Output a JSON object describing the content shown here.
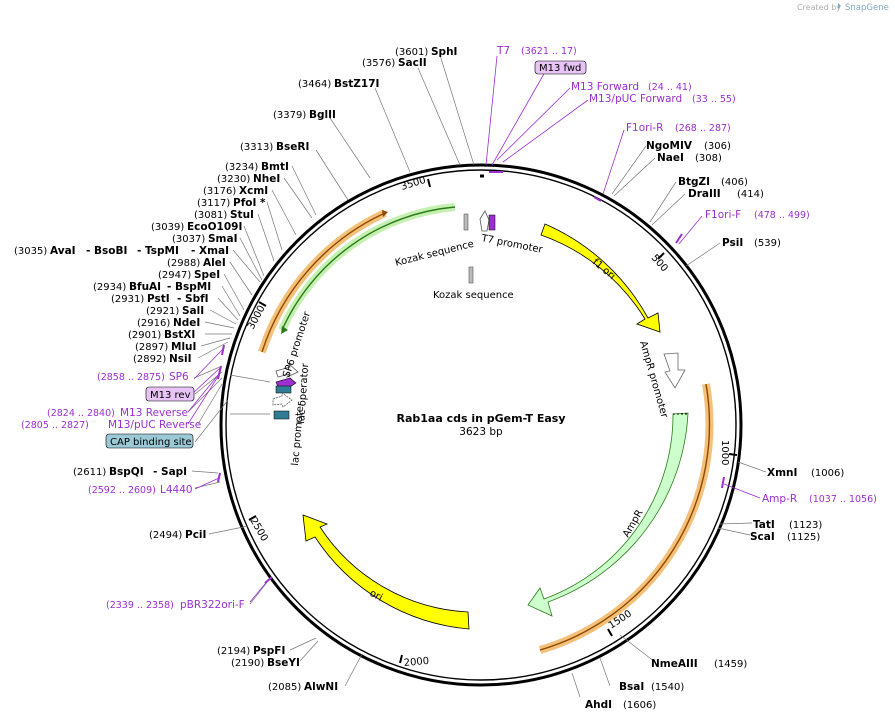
{
  "brand": {
    "created_by": "Created by",
    "name": "SnapGene"
  },
  "plasmid": {
    "name": "Rab1aa cds in pGem-T Easy",
    "length": "3623 bp"
  },
  "ticks": [
    "500",
    "1000",
    "1500",
    "2000",
    "2500",
    "3000",
    "3500"
  ],
  "features": {
    "f1_ori": "f1 ori",
    "ampr_promoter": "AmpR promoter",
    "ampr": "AmpR",
    "ori": "ori",
    "sp6_promoter": "SP6 promoter",
    "lac_promoter": "lac promoter",
    "lac_operator": "lac operator",
    "t7_promoter": "T7 promoter",
    "kozak1": "Kozak sequence",
    "kozak2": "Kozak sequence"
  },
  "enzymes": {
    "SphI": {
      "name": "SphI",
      "pos": "(3601)"
    },
    "SacII": {
      "name": "SacII",
      "pos": "(3576)"
    },
    "BstZ17I": {
      "name": "BstZ17I",
      "pos": "(3464)"
    },
    "BglII": {
      "name": "BglII",
      "pos": "(3379)"
    },
    "BseRI": {
      "name": "BseRI",
      "pos": "(3313)"
    },
    "BmtI": {
      "name": "BmtI",
      "pos": "(3234)"
    },
    "NheI": {
      "name": "NheI",
      "pos": "(3230)"
    },
    "XcmI": {
      "name": "XcmI",
      "pos": "(3176)"
    },
    "PfoI": {
      "name": "PfoI *",
      "pos": "(3117)"
    },
    "StuI": {
      "name": "StuI",
      "pos": "(3081)"
    },
    "EcoO109I": {
      "name": "EcoO109I",
      "pos": "(3039)"
    },
    "SmaI": {
      "name": "SmaI",
      "pos": "(3037)"
    },
    "AvaI": {
      "name": "AvaI",
      "pos": "(3035)"
    },
    "BsoBI": {
      "name": "- BsoBI",
      "pos": ""
    },
    "TspMI": {
      "name": "- TspMI",
      "pos": ""
    },
    "XmaI": {
      "name": "- XmaI",
      "pos": ""
    },
    "AleI": {
      "name": "AleI",
      "pos": "(2988)"
    },
    "SpeI": {
      "name": "SpeI",
      "pos": "(2947)"
    },
    "BfuAI": {
      "name": "BfuAI",
      "pos": "(2934)"
    },
    "BspMI": {
      "name": "- BspMI",
      "pos": ""
    },
    "PstI": {
      "name": "PstI",
      "pos": "(2931)"
    },
    "SbfI": {
      "name": "- SbfI",
      "pos": ""
    },
    "SalI": {
      "name": "SalI",
      "pos": "(2921)"
    },
    "NdeI": {
      "name": "NdeI",
      "pos": "(2916)"
    },
    "BstXI": {
      "name": "BstXI",
      "pos": "(2901)"
    },
    "MluI": {
      "name": "MluI",
      "pos": "(2897)"
    },
    "NsiI": {
      "name": "NsiI",
      "pos": "(2892)"
    },
    "BspQI": {
      "name": "BspQI",
      "pos": "(2611)"
    },
    "SapI": {
      "name": "- SapI",
      "pos": ""
    },
    "PciI": {
      "name": "PciI",
      "pos": "(2494)"
    },
    "PspFI": {
      "name": "PspFI",
      "pos": "(2194)"
    },
    "BseYI": {
      "name": "BseYI",
      "pos": "(2190)"
    },
    "AlwNI": {
      "name": "AlwNI",
      "pos": "(2085)"
    },
    "AhdI": {
      "name": "AhdI",
      "pos": "(1606)"
    },
    "BsaI": {
      "name": "BsaI",
      "pos": "(1540)"
    },
    "NmeAIII": {
      "name": "NmeAIII",
      "pos": "(1459)"
    },
    "ScaI": {
      "name": "ScaI",
      "pos": "(1125)"
    },
    "TatI": {
      "name": "TatI",
      "pos": "(1123)"
    },
    "XmnI": {
      "name": "XmnI",
      "pos": "(1006)"
    },
    "PsiI": {
      "name": "PsiI",
      "pos": "(539)"
    },
    "DraIII": {
      "name": "DraIII",
      "pos": "(414)"
    },
    "BtgZI": {
      "name": "BtgZI",
      "pos": "(406)"
    },
    "NaeI": {
      "name": "NaeI",
      "pos": "(308)"
    },
    "NgoMIV": {
      "name": "NgoMIV",
      "pos": "(306)"
    }
  },
  "primers": {
    "T7": {
      "name": "T7",
      "range": "(3621 .. 17)"
    },
    "M13fwd": {
      "name": "M13 fwd"
    },
    "M13Forward": {
      "name": "M13 Forward",
      "range": "(24 .. 41)"
    },
    "M13pUCForward": {
      "name": "M13/pUC Forward",
      "range": "(33 .. 55)"
    },
    "F1oriR": {
      "name": "F1ori-R",
      "range": "(268 .. 287)"
    },
    "F1oriF": {
      "name": "F1ori-F",
      "range": "(478 .. 499)"
    },
    "AmpR": {
      "name": "Amp-R",
      "range": "(1037 .. 1056)"
    },
    "pBR322oriF": {
      "name": "pBR322ori-F",
      "range": "(2339 .. 2358)"
    },
    "L4440": {
      "name": "L4440",
      "range": "(2592 .. 2609)"
    },
    "M13pUCReverse": {
      "name": "M13/pUC Reverse",
      "range": "(2805 .. 2827)"
    },
    "M13Reverse": {
      "name": "M13 Reverse",
      "range": "(2824 .. 2840)"
    },
    "M13rev": {
      "name": "M13 rev"
    },
    "SP6": {
      "name": "SP6",
      "range": "(2858 .. 2875)"
    },
    "CAP": {
      "name": "CAP binding site"
    }
  },
  "colors": {
    "primer": "#9b2fd0",
    "yellow": "#ffff00",
    "light_green": "#ccffcc",
    "green_line": "#2a7a1a",
    "orange_halo": "#f5c07a",
    "teal": "#2e7d95",
    "cap_fill": "#9cc9d6"
  }
}
